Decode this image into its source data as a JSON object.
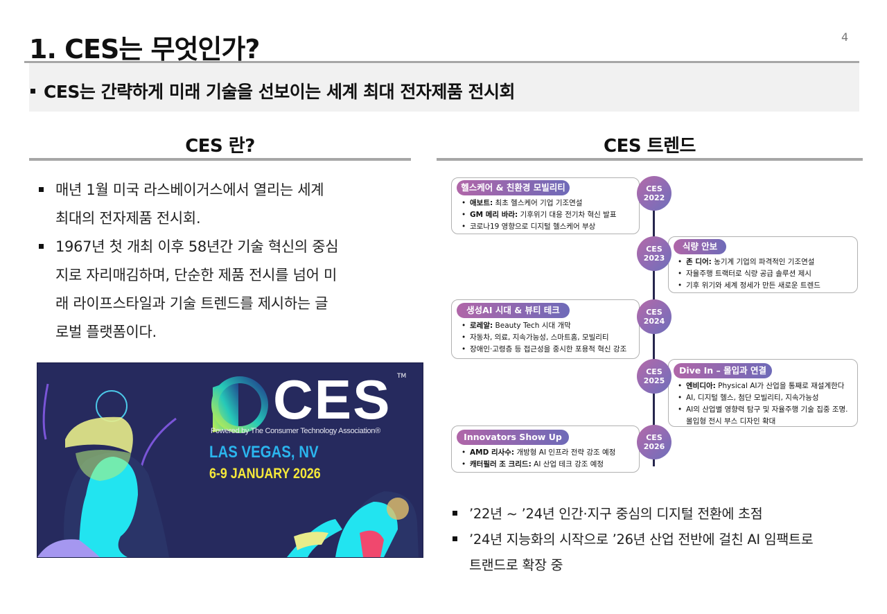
{
  "header": {
    "title": "1. CES는 무엇인가?",
    "page_number": "4",
    "subtitle": "CES는 간략하게 미래 기술을 선보이는 세계 최대 전자제품 전시회"
  },
  "left": {
    "heading": "CES 란?",
    "bullets": [
      {
        "lines": [
          "매년 1월 미국 라스베이거스에서 열리는 세계",
          "최대의 전자제품 전시회."
        ]
      },
      {
        "lines": [
          "1967년 첫 개최 이후 58년간 기술 혁신의 중심",
          "지로 자리매김하며, 단순한 제품 전시를 넘어 미",
          "래 라이프스타일과 기술 트렌드를 제시하는 글",
          "로벌 플랫폼이다."
        ]
      }
    ],
    "poster": {
      "logo_text": "CES",
      "trademark": "TM",
      "powered_by": "Powered by The Consumer Technology Association®",
      "location": "LAS VEGAS, NV",
      "dates": "6-9 JANUARY 2026",
      "colors": {
        "background": "#262a5e",
        "location": "#2bb5ee",
        "dates": "#f5e83a",
        "face": "#22e4f0"
      }
    }
  },
  "right": {
    "heading": "CES 트렌드",
    "timeline": [
      {
        "circle": [
          "CES",
          "2022"
        ],
        "pill": "헬스케어 & 친환경 모빌리티",
        "items": [
          {
            "bold": "애보트:",
            "text": " 최초 헬스케어 기업 기조연설"
          },
          {
            "bold": "GM 메리 바라:",
            "text": " 기후위기 대응 전기차 혁신 발표"
          },
          {
            "bold": "",
            "text": "코로나19 영향으로 디지털 헬스케어 부상"
          }
        ]
      },
      {
        "circle": [
          "CES",
          "2023"
        ],
        "pill": "식량 안보",
        "items": [
          {
            "bold": "존 디어:",
            "text": " 농기계 기업의 파격적인 기조연설"
          },
          {
            "bold": "",
            "text": "자율주행 트랙터로 식량 공급 솔루션 제시"
          },
          {
            "bold": "",
            "text": "기후 위기와 세계 정세가 만든 새로운 트렌드"
          }
        ]
      },
      {
        "circle": [
          "CES",
          "2024"
        ],
        "pill": "생성AI 시대 & 뷰티 테크",
        "items": [
          {
            "bold": "로레알:",
            "text": " Beauty Tech 시대 개막"
          },
          {
            "bold": "",
            "text": "자동차, 의료, 지속가능성, 스마트홈, 모빌리티"
          },
          {
            "bold": "",
            "text": "장애인·고령층 등 접근성을 중시한 포용적 혁신 강조"
          }
        ]
      },
      {
        "circle": [
          "CES",
          "2025"
        ],
        "pill": "Dive In – 몰입과 연결",
        "items": [
          {
            "bold": "엔비디아:",
            "text": " Physical AI가 산업을 통째로 재설계한다"
          },
          {
            "bold": "",
            "text": "AI, 디지털 헬스, 첨단 모빌리티, 지속가능성"
          },
          {
            "bold": "",
            "text": "AI의 산업별 영향력 탐구 및 자율주행 기술 집중 조명."
          }
        ],
        "continuation": "몰입형 전시 부스 디자인 확대"
      },
      {
        "circle": [
          "CES",
          "2026"
        ],
        "pill": "Innovators Show Up",
        "items": [
          {
            "bold": "AMD 리사수:",
            "text": " 개방형 AI 인프라 전략 강조 예정"
          },
          {
            "bold": "캐터필러 조 크리드:",
            "text": " AI 산업 테크 강조 예정"
          }
        ]
      }
    ],
    "summary": [
      {
        "lines": [
          "’22년 ~ ’24년 인간·지구 중심의 디지털 전환에 초점"
        ]
      },
      {
        "lines": [
          "’24년 지능화의 시작으로 ’26년 산업 전반에 걸친 AI 임팩트로",
          "트랜드로 확장 중"
        ]
      }
    ],
    "colors": {
      "pill_start": "#b066a8",
      "pill_end": "#6e6ab8",
      "line": "#26264d"
    }
  }
}
